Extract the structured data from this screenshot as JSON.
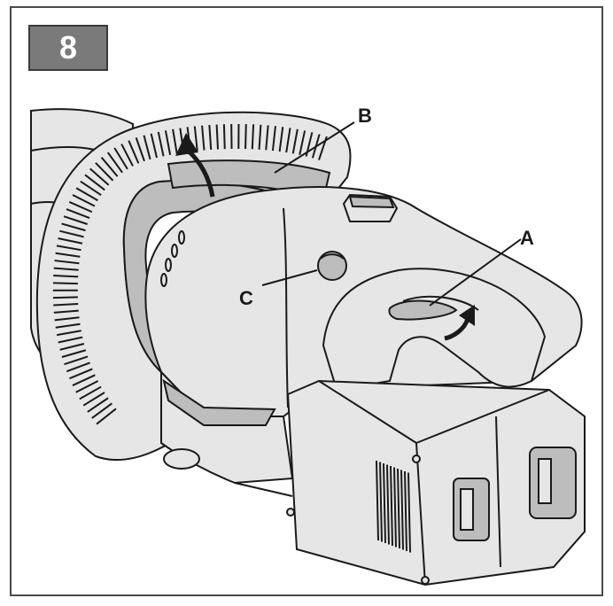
{
  "figure": {
    "step_number": "8",
    "badge_color": "#7a7a7a",
    "badge_text_color": "#ffffff",
    "line_color": "#1a1a1a",
    "body_fill": "#e6e6e6",
    "shadow_fill": "#bdbdbd",
    "callouts": [
      {
        "id": "a",
        "label": "A",
        "points_to": "trigger-switch"
      },
      {
        "id": "b",
        "label": "B",
        "points_to": "front-handle-switch"
      },
      {
        "id": "c",
        "label": "C",
        "points_to": "lock-off-button"
      }
    ]
  }
}
